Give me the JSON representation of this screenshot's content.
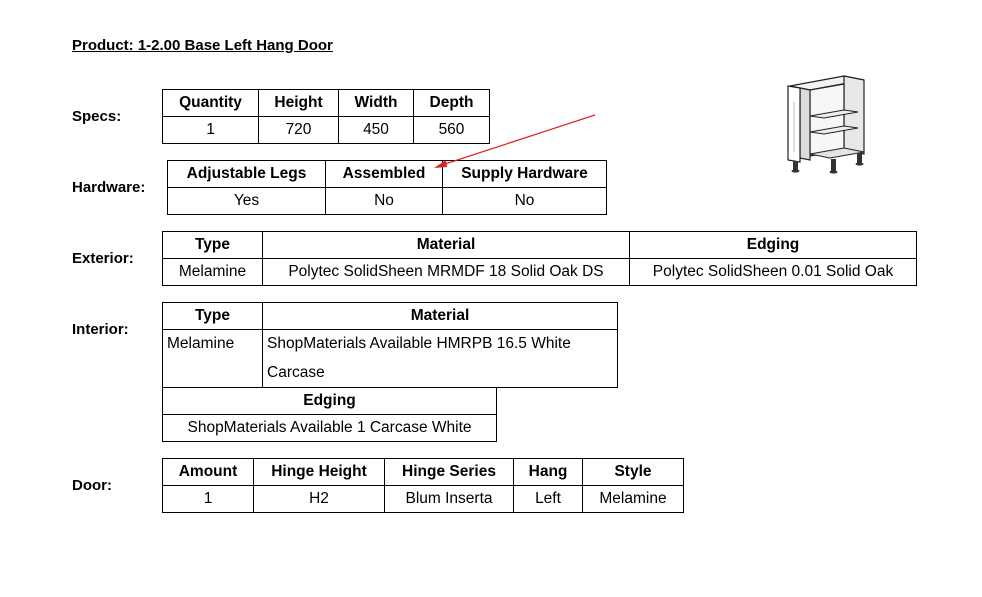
{
  "product": {
    "title": "Product: 1-2.00 Base Left Hang Door"
  },
  "specs": {
    "label": "Specs:",
    "headers": [
      "Quantity",
      "Height",
      "Width",
      "Depth"
    ],
    "values": [
      "1",
      "720",
      "450",
      "560"
    ]
  },
  "hardware": {
    "label": "Hardware:",
    "headers": [
      "Adjustable Legs",
      "Assembled",
      "Supply Hardware"
    ],
    "values": [
      "Yes",
      "No",
      "No"
    ]
  },
  "exterior": {
    "label": "Exterior:",
    "headers": [
      "Type",
      "Material",
      "Edging"
    ],
    "values": [
      "Melamine",
      "Polytec SolidSheen MRMDF 18 Solid Oak DS",
      "Polytec SolidSheen 0.01 Solid Oak"
    ]
  },
  "interior": {
    "label": "Interior:",
    "headers": [
      "Type",
      "Material"
    ],
    "type": "Melamine",
    "material_line1": "ShopMaterials Available HMRPB 16.5 White",
    "material_line2": "Carcase",
    "edging_header": "Edging",
    "edging_value": "ShopMaterials Available 1 Carcase White"
  },
  "door": {
    "label": "Door:",
    "headers": [
      "Amount",
      "Hinge Height",
      "Hinge Series",
      "Hang",
      "Style"
    ],
    "values": [
      "1",
      "H2",
      "Blum Inserta",
      "Left",
      "Melamine"
    ]
  },
  "colors": {
    "annotation_arrow": "#e02020"
  },
  "icons": {
    "cabinet": "base-cabinet-left-hang-door-icon"
  }
}
